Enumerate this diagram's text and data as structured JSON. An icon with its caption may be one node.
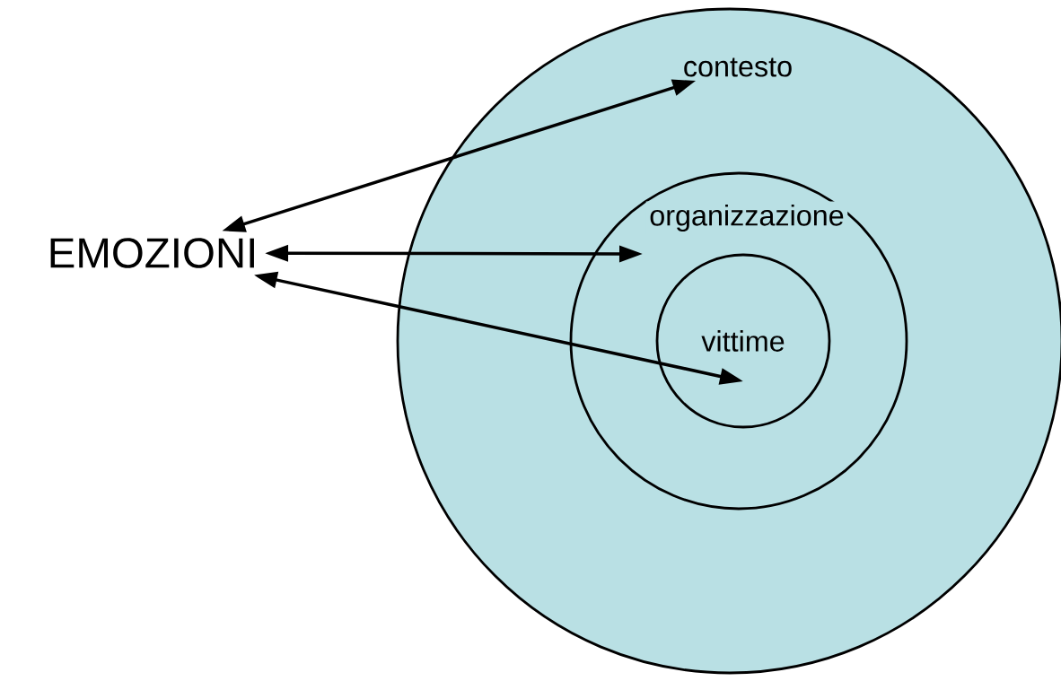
{
  "diagram": {
    "nodes": [
      {
        "text": [
          "EMOZIONI"
        ]
      },
      {
        "text": [
          "contesto"
        ]
      },
      {
        "text": [
          "organizzazione"
        ],
        "in": 1
      },
      {
        "text": [
          "vittime"
        ],
        "in": 2
      }
    ],
    "edges": [
      {
        "from": 0,
        "to": 1,
        "arrow": "both"
      },
      {
        "from": 0,
        "to": 2,
        "arrow": "both"
      },
      {
        "from": 0,
        "to": 3,
        "arrow": "both"
      }
    ]
  }
}
